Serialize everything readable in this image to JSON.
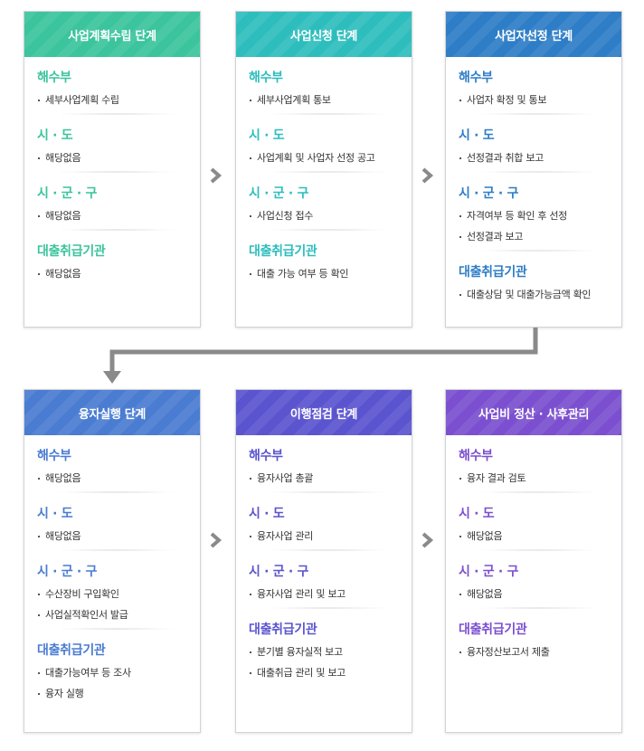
{
  "cards": [
    {
      "title": "사업계획수립 단계",
      "color": "#3bc49d",
      "sections": [
        {
          "title": "해수부",
          "items": [
            "세부사업계획 수립"
          ]
        },
        {
          "title": "시 · 도",
          "items": [
            "해당없음"
          ]
        },
        {
          "title": "시 · 군 · 구",
          "items": [
            "해당없음"
          ]
        },
        {
          "title": "대출취급기관",
          "items": [
            "해당없음"
          ]
        }
      ]
    },
    {
      "title": "사업신청 단계",
      "color": "#2ebdbd",
      "sections": [
        {
          "title": "해수부",
          "items": [
            "세부사업계획 통보"
          ]
        },
        {
          "title": "시 · 도",
          "items": [
            "사업계획 및 사업자 선정 공고"
          ]
        },
        {
          "title": "시 · 군 · 구",
          "items": [
            "사업신청 접수"
          ]
        },
        {
          "title": "대출취급기관",
          "items": [
            "대출 가능 여부 등 확인"
          ]
        }
      ]
    },
    {
      "title": "사업자선정 단계",
      "color": "#2e7dc7",
      "sections": [
        {
          "title": "해수부",
          "items": [
            "사업자 확정 및 통보"
          ]
        },
        {
          "title": "시 · 도",
          "items": [
            "선정결과 취합 보고"
          ]
        },
        {
          "title": "시 · 군 · 구",
          "items": [
            "자격여부 등 확인 후 선정",
            "선정결과 보고"
          ]
        },
        {
          "title": "대출취급기관",
          "items": [
            "대출상담 및 대출가능금액 확인"
          ]
        }
      ]
    },
    {
      "title": "융자실행 단계",
      "color": "#4a7cd1",
      "sections": [
        {
          "title": "해수부",
          "items": [
            "해당없음"
          ]
        },
        {
          "title": "시 · 도",
          "items": [
            "해당없음"
          ]
        },
        {
          "title": "시 · 군 · 구",
          "items": [
            "수산장비 구입확인",
            "사업실적확인서 발급"
          ]
        },
        {
          "title": "대출취급기관",
          "items": [
            "대출가능여부 등 조사",
            "융자 실행"
          ]
        }
      ]
    },
    {
      "title": "이행점검 단계",
      "color": "#5b54cf",
      "sections": [
        {
          "title": "해수부",
          "items": [
            "융자사업 총괄"
          ]
        },
        {
          "title": "시 · 도",
          "items": [
            "융자사업 관리"
          ]
        },
        {
          "title": "시 · 군 · 구",
          "items": [
            "융자사업 관리 및 보고"
          ]
        },
        {
          "title": "대출취급기관",
          "items": [
            "분기별 융자실적 보고",
            "대출취급 관리 및 보고"
          ]
        }
      ]
    },
    {
      "title": "사업비 정산 · 사후관리",
      "color": "#7b4fcf",
      "sections": [
        {
          "title": "해수부",
          "items": [
            "융자 결과 검토"
          ]
        },
        {
          "title": "시 · 도",
          "items": [
            "해당없음"
          ]
        },
        {
          "title": "시 · 군 · 구",
          "items": [
            "해당없음"
          ]
        },
        {
          "title": "대출취급기관",
          "items": [
            "융자정산보고서 제출"
          ]
        }
      ]
    }
  ],
  "colors": {
    "arrow": "#8a8a8a"
  }
}
